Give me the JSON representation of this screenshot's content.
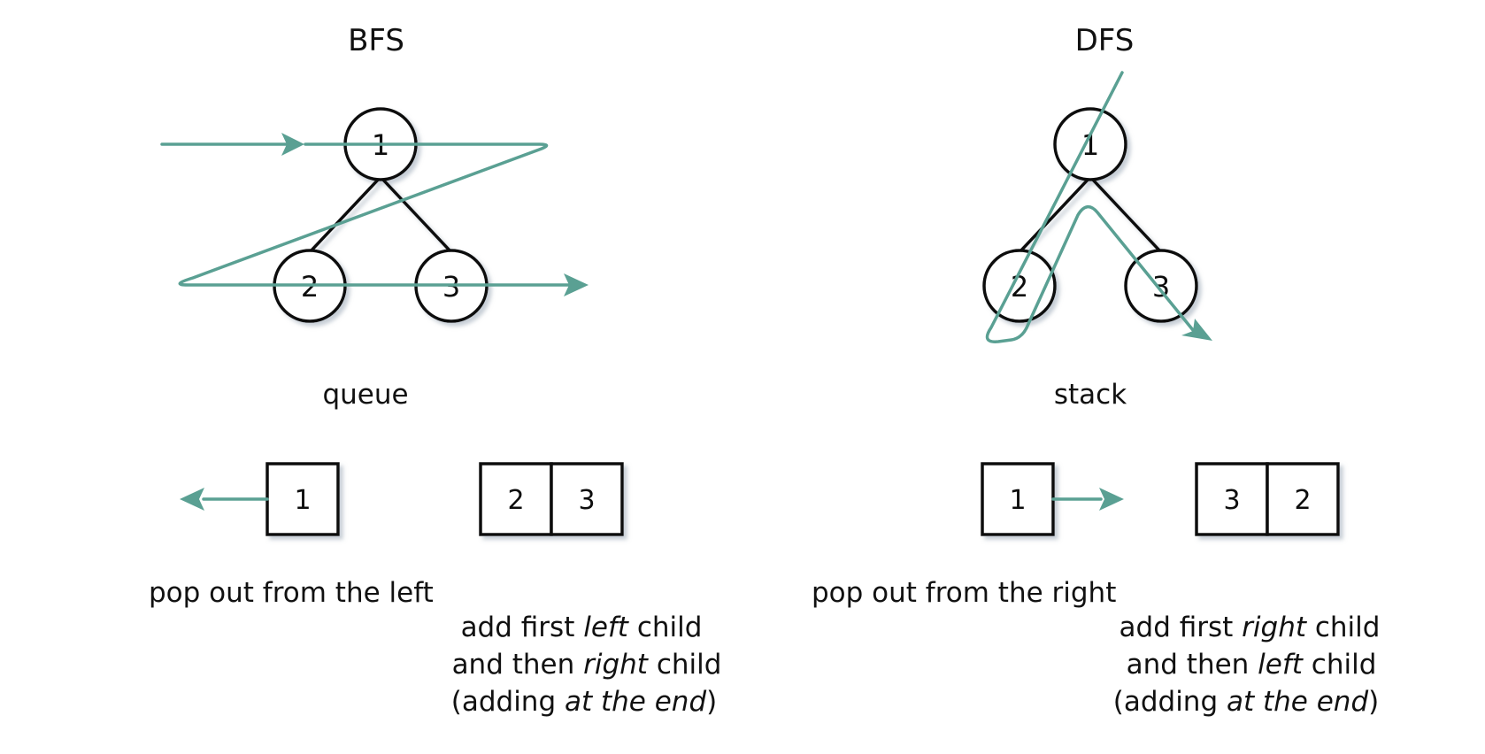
{
  "colors": {
    "accent": "#5aa093",
    "ink": "#111111"
  },
  "bfs": {
    "title": "BFS",
    "tree": {
      "root": "1",
      "left": "2",
      "right": "3"
    },
    "structure_label": "queue",
    "popped": "1",
    "cells": [
      "2",
      "3"
    ],
    "caption_pop": "pop out from the left",
    "add_line1": [
      "add first ",
      "left",
      " child"
    ],
    "add_line2": [
      "and then ",
      "right",
      " child"
    ],
    "add_line3": [
      "(adding ",
      "at the end",
      ")"
    ]
  },
  "dfs": {
    "title": "DFS",
    "tree": {
      "root": "1",
      "left": "2",
      "right": "3"
    },
    "structure_label": "stack",
    "popped": "1",
    "cells": [
      "3",
      "2"
    ],
    "caption_pop": "pop out from the right",
    "add_line1": [
      "add first ",
      "right",
      " child"
    ],
    "add_line2": [
      "and then ",
      "left",
      " child"
    ],
    "add_line3": [
      "(adding ",
      "at the end",
      ")"
    ]
  }
}
